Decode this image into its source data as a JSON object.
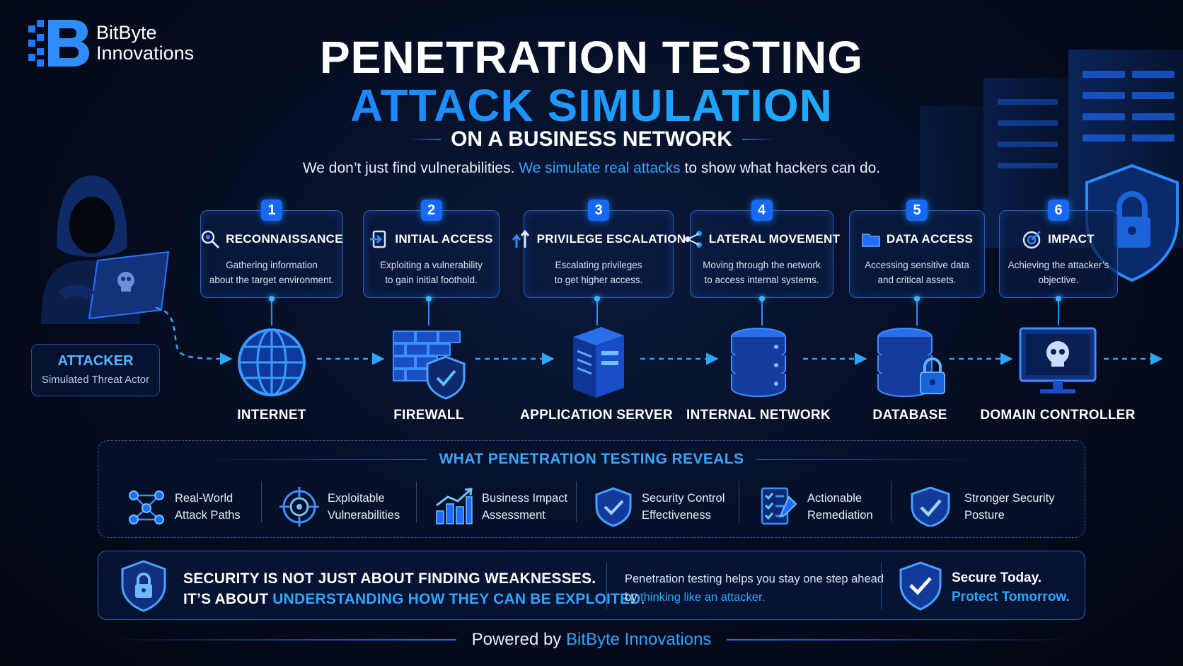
{
  "brand": {
    "name_line1": "BitByte",
    "name_line2": "Innovations"
  },
  "header": {
    "title_line1": "PENETRATION TESTING",
    "title_line2": "ATTACK SIMULATION",
    "title_line3": "ON A BUSINESS NETWORK",
    "subtitle_before": "We don’t just find vulnerabilities. ",
    "subtitle_highlight": "We simulate real attacks",
    "subtitle_after": " to show what hackers can do."
  },
  "attacker": {
    "title": "ATTACKER",
    "subtitle": "Simulated Threat Actor"
  },
  "steps": [
    {
      "num": "1",
      "title": "RECONNAISSANCE",
      "desc1": "Gathering information",
      "desc2": "about the target environment.",
      "icon": "magnifier-icon",
      "node": "INTERNET",
      "node_icon": "globe-icon"
    },
    {
      "num": "2",
      "title": "INITIAL ACCESS",
      "desc1": "Exploiting a vulnerability",
      "desc2": "to gain initial foothold.",
      "icon": "login-arrow-icon",
      "node": "FIREWALL",
      "node_icon": "firewall-icon"
    },
    {
      "num": "3",
      "title": "PRIVILEGE ESCALATION",
      "desc1": "Escalating privileges",
      "desc2": "to get higher access.",
      "icon": "up-arrows-icon",
      "node": "APPLICATION SERVER",
      "node_icon": "server-icon"
    },
    {
      "num": "4",
      "title": "LATERAL MOVEMENT",
      "desc1": "Moving through the network",
      "desc2": "to access internal systems.",
      "icon": "share-nodes-icon",
      "node": "INTERNAL NETWORK",
      "node_icon": "database-stack-icon"
    },
    {
      "num": "5",
      "title": "DATA ACCESS",
      "desc1": "Accessing sensitive data",
      "desc2": "and critical assets.",
      "icon": "folder-icon",
      "node": "DATABASE",
      "node_icon": "locked-database-icon"
    },
    {
      "num": "6",
      "title": "IMPACT",
      "desc1": "Achieving the attacker’s",
      "desc2": "objective.",
      "icon": "target-icon",
      "node": "DOMAIN CONTROLLER",
      "node_icon": "skull-monitor-icon"
    }
  ],
  "reveals": {
    "title": "WHAT PENETRATION TESTING REVEALS",
    "items": [
      {
        "line1": "Real-World",
        "line2": "Attack Paths",
        "icon": "network-graph-icon"
      },
      {
        "line1": "Exploitable",
        "line2": "Vulnerabilities",
        "icon": "crosshair-icon"
      },
      {
        "line1": "Business Impact",
        "line2": "Assessment",
        "icon": "bar-chart-icon"
      },
      {
        "line1": "Security Control",
        "line2": "Effectiveness",
        "icon": "shield-check-icon"
      },
      {
        "line1": "Actionable",
        "line2": "Remediation",
        "icon": "checklist-icon"
      },
      {
        "line1": "Stronger Security",
        "line2": "Posture",
        "icon": "shield-check-large-icon"
      }
    ]
  },
  "banner": {
    "main_line1": "SECURITY IS NOT JUST ABOUT FINDING WEAKNESSES.",
    "main_line2_before": "IT’S ABOUT ",
    "main_line2_highlight": "UNDERSTANDING HOW THEY CAN BE EXPLOITED.",
    "mid_line1": "Penetration testing helps you stay one step ahead",
    "mid_line2_before": "by ",
    "mid_line2_highlight": "thinking like an attacker.",
    "right_line1": "Secure Today.",
    "right_line2": "Protect Tomorrow."
  },
  "footer": {
    "before": "Powered by ",
    "highlight": "BitByte Innovations"
  },
  "colors": {
    "accent": "#2ea6ff",
    "badge": "#1668f5",
    "background": "#050c20"
  }
}
